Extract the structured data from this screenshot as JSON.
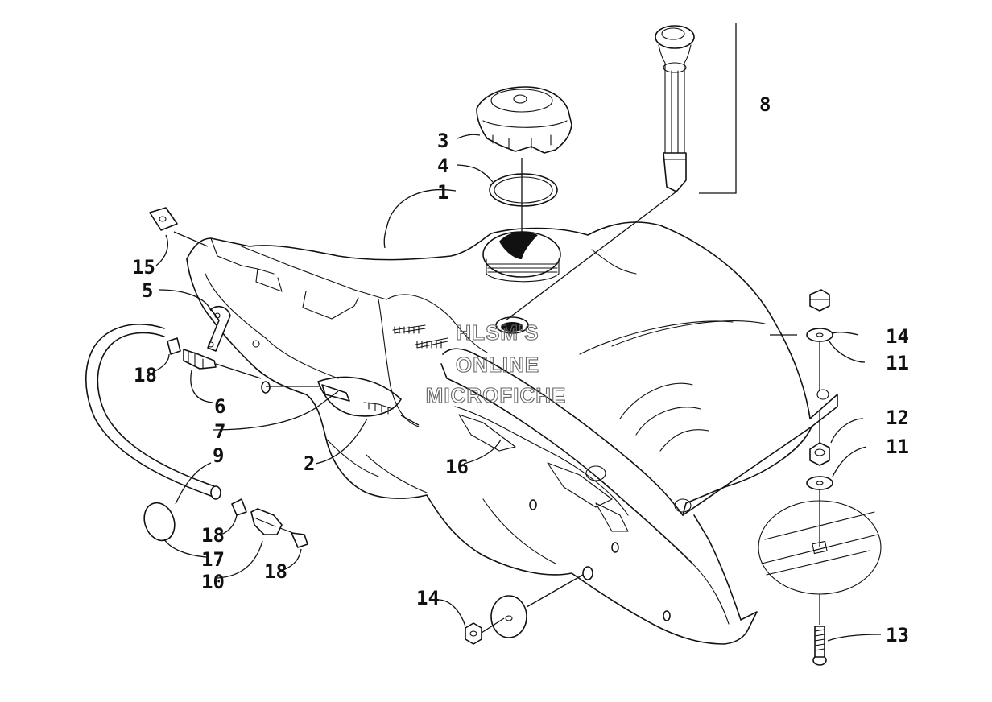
{
  "diagram": {
    "callouts": [
      {
        "id": "1",
        "text": "1"
      },
      {
        "id": "2",
        "text": "2"
      },
      {
        "id": "3",
        "text": "3"
      },
      {
        "id": "4",
        "text": "4"
      },
      {
        "id": "5",
        "text": "5"
      },
      {
        "id": "6",
        "text": "6"
      },
      {
        "id": "7",
        "text": "7"
      },
      {
        "id": "8",
        "text": "8"
      },
      {
        "id": "9",
        "text": "9"
      },
      {
        "id": "10",
        "text": "10"
      },
      {
        "id": "11a",
        "text": "11"
      },
      {
        "id": "11b",
        "text": "11"
      },
      {
        "id": "12",
        "text": "12"
      },
      {
        "id": "13",
        "text": "13"
      },
      {
        "id": "14a",
        "text": "14"
      },
      {
        "id": "14b",
        "text": "14"
      },
      {
        "id": "15",
        "text": "15"
      },
      {
        "id": "16",
        "text": "16"
      },
      {
        "id": "17",
        "text": "17"
      },
      {
        "id": "18a",
        "text": "18"
      },
      {
        "id": "18b",
        "text": "18"
      },
      {
        "id": "18c",
        "text": "18"
      }
    ],
    "watermark": {
      "line1": "HLSM'S",
      "line2": "ONLINE",
      "line3": "MICROFICHE"
    }
  }
}
